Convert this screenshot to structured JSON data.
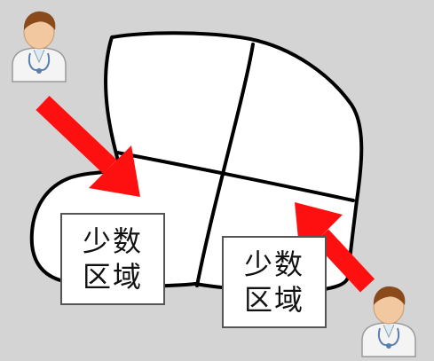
{
  "regions": [
    {
      "line1": "少数",
      "line2": "区域"
    },
    {
      "line1": "少数",
      "line2": "区域"
    }
  ],
  "doctors": [
    {
      "icon": "doctor-icon"
    },
    {
      "icon": "doctor-icon"
    }
  ],
  "colors": {
    "background": "#d4d4d4",
    "arrow": "#ff1010",
    "outline": "#000000",
    "region_fill": "#ffffff"
  }
}
